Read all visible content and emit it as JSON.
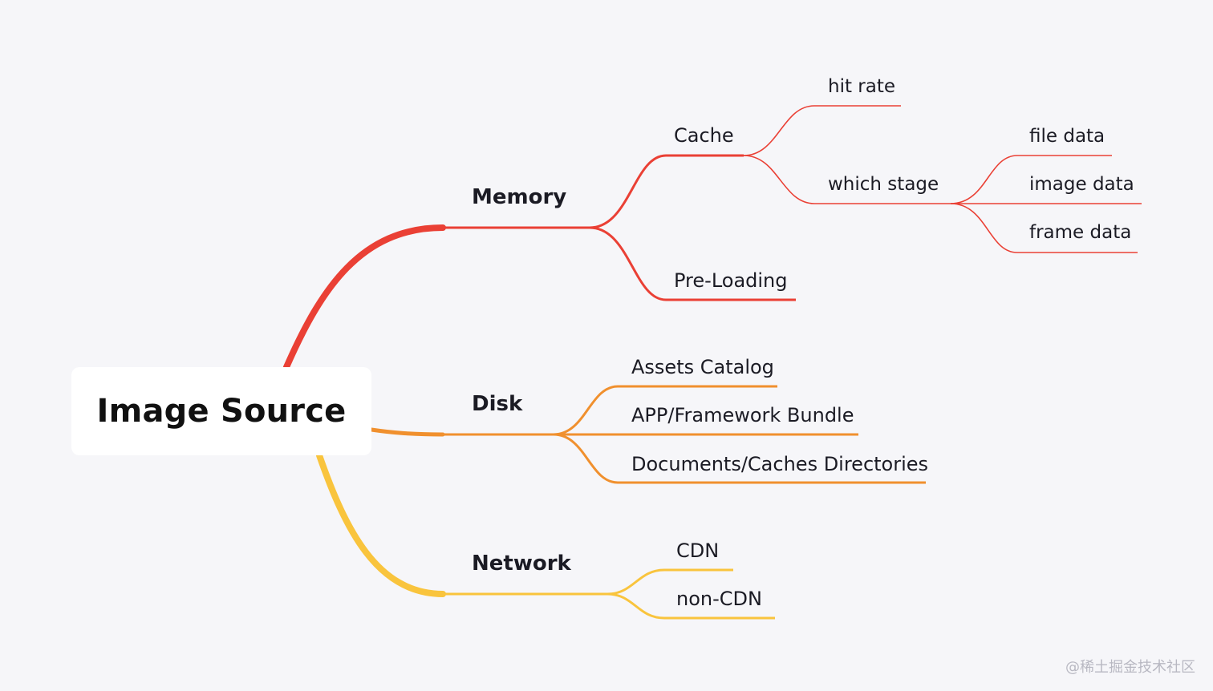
{
  "root": {
    "label": "Image Source"
  },
  "colors": {
    "memory": "#ea4035",
    "disk": "#f0902e",
    "network": "#f9c43d",
    "background": "#f6f6f9",
    "text": "#1b1b24"
  },
  "branches": {
    "memory": {
      "label": "Memory",
      "children": {
        "cache": {
          "label": "Cache",
          "children": {
            "hit_rate": {
              "label": "hit rate"
            },
            "which_stage": {
              "label": "which stage",
              "children": {
                "file_data": {
                  "label": "file data"
                },
                "image_data": {
                  "label": "image data"
                },
                "frame_data": {
                  "label": "frame data"
                }
              }
            }
          }
        },
        "preloading": {
          "label": "Pre-Loading"
        }
      }
    },
    "disk": {
      "label": "Disk",
      "children": {
        "assets_catalog": {
          "label": "Assets Catalog"
        },
        "app_bundle": {
          "label": "APP/Framework Bundle"
        },
        "documents": {
          "label": "Documents/Caches Directories"
        }
      }
    },
    "network": {
      "label": "Network",
      "children": {
        "cdn": {
          "label": "CDN"
        },
        "non_cdn": {
          "label": "non-CDN"
        }
      }
    }
  },
  "watermark": "@稀土掘金技术社区"
}
